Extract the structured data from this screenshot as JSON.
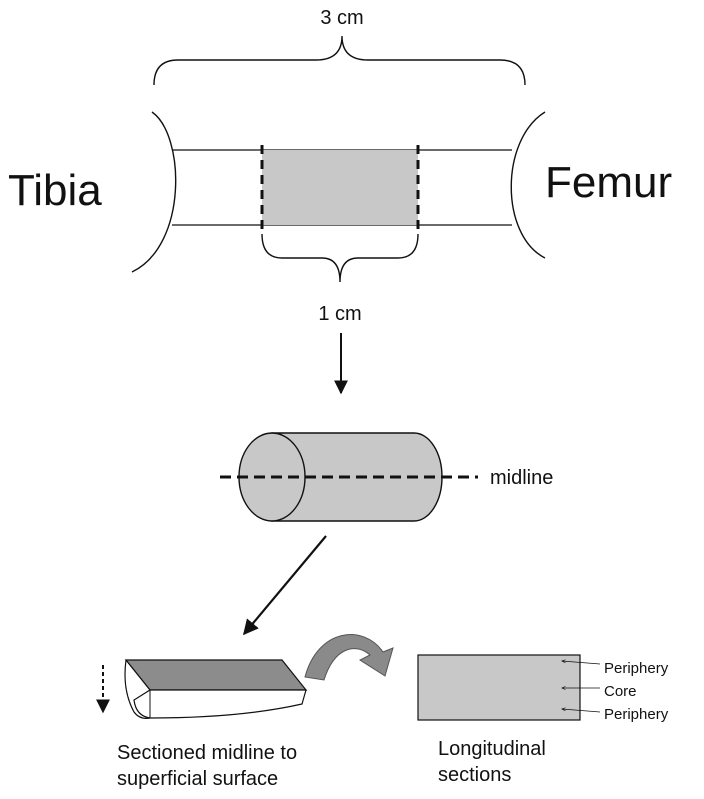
{
  "labels": {
    "tibia": "Tibia",
    "femur": "Femur",
    "total_length": "3 cm",
    "sample_length": "1 cm",
    "midline": "midline",
    "sectioned_line1": "Sectioned midline to",
    "sectioned_line2": "superficial surface",
    "longitudinal_line1": "Longitudinal",
    "longitudinal_line2": "sections",
    "periphery_top": "Periphery",
    "core": "Core",
    "periphery_bottom": "Periphery"
  },
  "colors": {
    "sample_fill": "#c8c8c8",
    "curved_arrow": "#8a8a8a",
    "line": "#111111"
  }
}
